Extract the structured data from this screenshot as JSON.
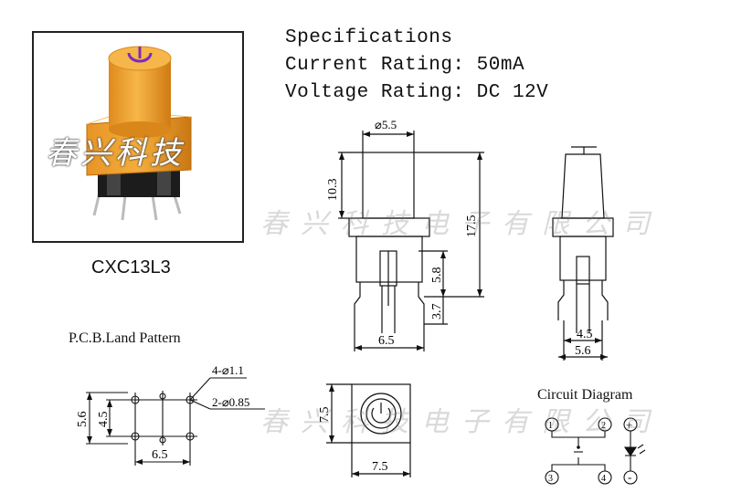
{
  "specs": {
    "title": "Specifications",
    "current": "Current Rating: 50mA",
    "voltage": "Voltage Rating: DC 12V"
  },
  "photo": {
    "brand_text": "春兴科技",
    "cap_color": "#f2a531",
    "icon_color": "#7a2db8"
  },
  "model": "CXC13L3",
  "watermark": "春兴科技电子有限公司",
  "side_view": {
    "dim_cap_dia": "⌀5.5",
    "dim_cap_h": "10.3",
    "dim_total_h": "17.5",
    "dim_mid": "5.8",
    "dim_low": "3.7",
    "dim_width": "6.5"
  },
  "front_view": {
    "dim_inner": "4.5",
    "dim_outer": "5.6"
  },
  "pcb": {
    "title": "P.C.B.Land Pattern",
    "hole_large": "4-⌀1.1",
    "hole_small": "2-⌀0.85",
    "dim_56": "5.6",
    "dim_45": "4.5",
    "dim_65": "6.5"
  },
  "top_view": {
    "dim_w": "7.5",
    "dim_h": "7.5"
  },
  "circuit": {
    "title": "Circuit Diagram",
    "p1": "1",
    "p2": "2",
    "p3": "3",
    "p4": "4",
    "plus": "+",
    "minus": "-"
  }
}
